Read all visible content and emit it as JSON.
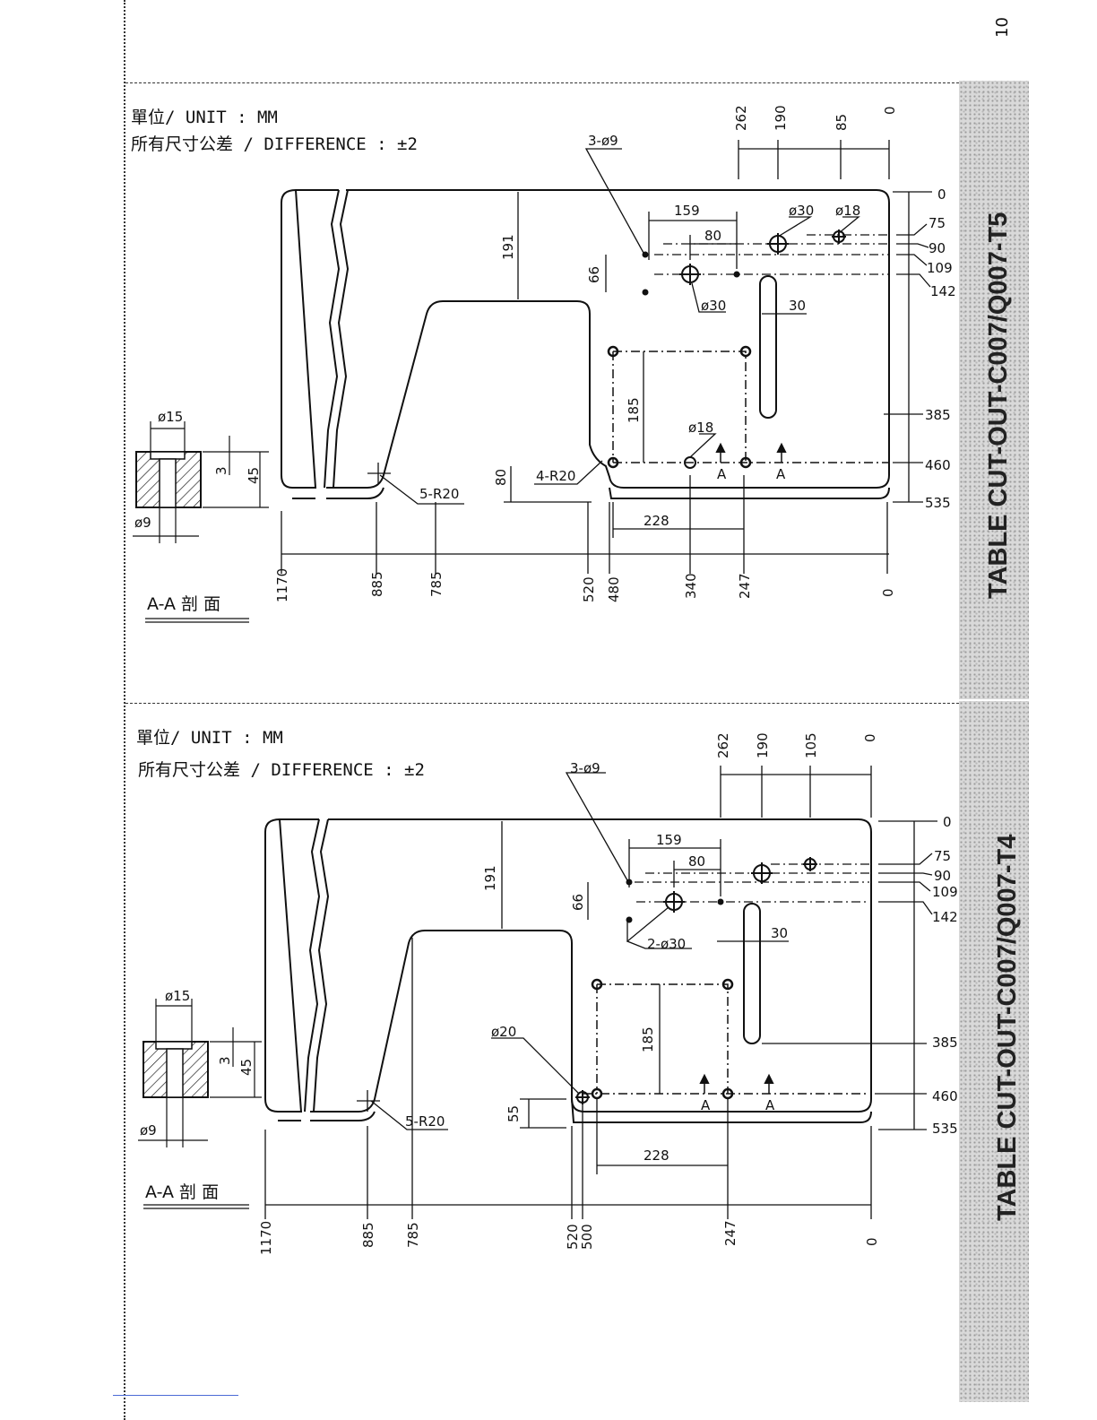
{
  "page_number": "10",
  "sheets": [
    {
      "id": "top",
      "header_unit": "單位/ UNIT : MM",
      "header_tolerance": "所有尺寸公差 / DIFFERENCE : ±2",
      "side_title": "TABLE CUT-OUT-C007/Q007-T5",
      "section_label": "A-A 剖 面",
      "labels": {
        "holes_small": "3-ø9",
        "hole_d30_a": "ø30",
        "hole_d18_top": "ø18",
        "hole_d30_b": "ø30",
        "hole_d18_bottom": "ø18",
        "d159": "159",
        "d80": "80",
        "d191": "191",
        "d66": "66",
        "d30": "30",
        "d185": "185",
        "d80v": "80",
        "r_inner": "4-R20",
        "r_outer": "5-R20",
        "d228": "228",
        "section_A1": "A",
        "section_A2": "A",
        "d15": "ø15",
        "d3": "3",
        "d45": "45",
        "d9": "ø9"
      },
      "top_dims": [
        "262",
        "190",
        "85",
        "0"
      ],
      "right_dims": [
        "0",
        "75",
        "90",
        "109",
        "142",
        "385",
        "460",
        "535"
      ],
      "bottom_dims": [
        "1170",
        "885",
        "785",
        "520",
        "480",
        "340",
        "247",
        "0"
      ]
    },
    {
      "id": "bottom",
      "header_unit": "單位/ UNIT : MM",
      "header_tolerance": "所有尺寸公差 / DIFFERENCE : ±2",
      "side_title": "TABLE CUT-OUT-C007/Q007-T4",
      "section_label": "A-A 剖 面",
      "labels": {
        "holes_small": "3-ø9",
        "holes_d30": "2-ø30",
        "hole_d20": "ø20",
        "d159": "159",
        "d80": "80",
        "d191": "191",
        "d66": "66",
        "d30": "30",
        "d185": "185",
        "d55": "55",
        "r_outer": "5-R20",
        "d228": "228",
        "section_A1": "A",
        "section_A2": "A",
        "d15": "ø15",
        "d3": "3",
        "d45": "45",
        "d9": "ø9"
      },
      "top_dims": [
        "262",
        "190",
        "105",
        "0"
      ],
      "right_dims": [
        "0",
        "75",
        "90",
        "109",
        "142",
        "385",
        "460",
        "535"
      ],
      "bottom_dims": [
        "1170",
        "885",
        "785",
        "520",
        "500",
        "247",
        "0"
      ]
    }
  ]
}
